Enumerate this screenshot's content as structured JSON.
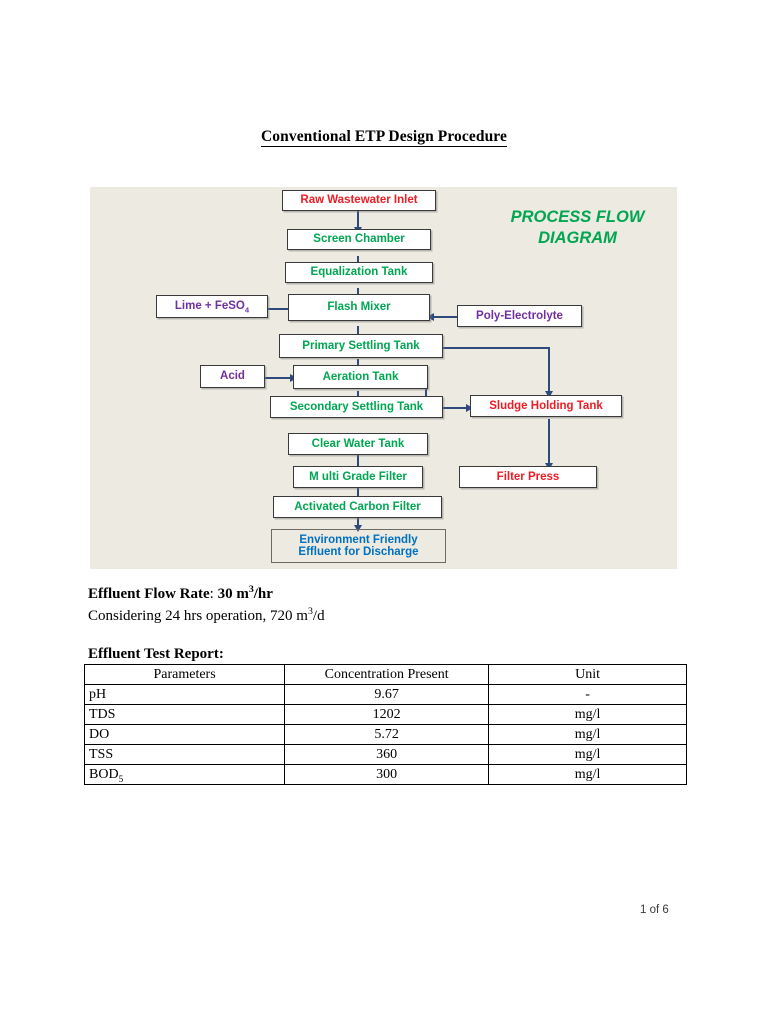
{
  "document": {
    "title": "Conventional ETP Design Procedure",
    "footer": "1 of 6"
  },
  "diagram": {
    "heading_line1": "PROCESS FLOW",
    "heading_line2": "DIAGRAM",
    "heading_color": "#00A651",
    "background_color": "#ECEAE1",
    "connector_color": "#2E4A7D",
    "nodes": [
      {
        "id": "raw-wastewater-inlet",
        "label": "Raw Wastewater Inlet",
        "color": "#ED1C24"
      },
      {
        "id": "screen-chamber",
        "label": "Screen Chamber",
        "color": "#00A651"
      },
      {
        "id": "equalization-tank",
        "label": "Equalization Tank",
        "color": "#00A651"
      },
      {
        "id": "flash-mixer",
        "label": "Flash Mixer",
        "color": "#00A651"
      },
      {
        "id": "lime-feso4",
        "label": "Lime + FeSO",
        "label_sub": "4",
        "color": "#7030A0"
      },
      {
        "id": "poly-electrolyte",
        "label": "Poly-Electrolyte",
        "color": "#7030A0"
      },
      {
        "id": "primary-settling-tank",
        "label": "Primary Settling Tank",
        "color": "#00A651"
      },
      {
        "id": "acid",
        "label": "Acid",
        "color": "#7030A0"
      },
      {
        "id": "aeration-tank",
        "label": "Aeration Tank",
        "color": "#00A651"
      },
      {
        "id": "secondary-settling-tank",
        "label": "Secondary Settling Tank",
        "color": "#00A651"
      },
      {
        "id": "sludge-holding-tank",
        "label": "Sludge Holding Tank",
        "color": "#ED1C24"
      },
      {
        "id": "clear-water-tank",
        "label": "Clear Water Tank",
        "color": "#00A651"
      },
      {
        "id": "multi-grade-filter",
        "label": "M ulti Grade Filter",
        "color": "#00A651"
      },
      {
        "id": "filter-press",
        "label": "Filter Press",
        "color": "#ED1C24"
      },
      {
        "id": "activated-carbon-filter",
        "label": "Activated Carbon Filter",
        "color": "#00A651"
      },
      {
        "id": "effluent-discharge-line1",
        "label": "Environment Friendly",
        "color": "#0070C0"
      },
      {
        "id": "effluent-discharge-line2",
        "label": "Effluent for Discharge",
        "color": "#0070C0"
      }
    ]
  },
  "flow_rate": {
    "label": "Effluent Flow Rate",
    "separator": ": ",
    "value": "30 m",
    "exponent": "3",
    "unit_tail": "/hr"
  },
  "consideration": {
    "text_before": "Considering 24 hrs operation, 720 m",
    "exponent": "3",
    "text_after": "/d"
  },
  "report": {
    "label": "Effluent Test Report:",
    "columns": [
      "Parameters",
      "Concentration Present",
      "Unit"
    ],
    "rows": [
      {
        "parameter": "pH",
        "parameter_sub": "",
        "concentration": "9.67",
        "unit": "-"
      },
      {
        "parameter": "TDS",
        "parameter_sub": "",
        "concentration": "1202",
        "unit": "mg/l"
      },
      {
        "parameter": "DO",
        "parameter_sub": "",
        "concentration": "5.72",
        "unit": "mg/l"
      },
      {
        "parameter": "TSS",
        "parameter_sub": "",
        "concentration": "360",
        "unit": "mg/l"
      },
      {
        "parameter": "BOD",
        "parameter_sub": "5",
        "concentration": "300",
        "unit": "mg/l"
      }
    ]
  }
}
